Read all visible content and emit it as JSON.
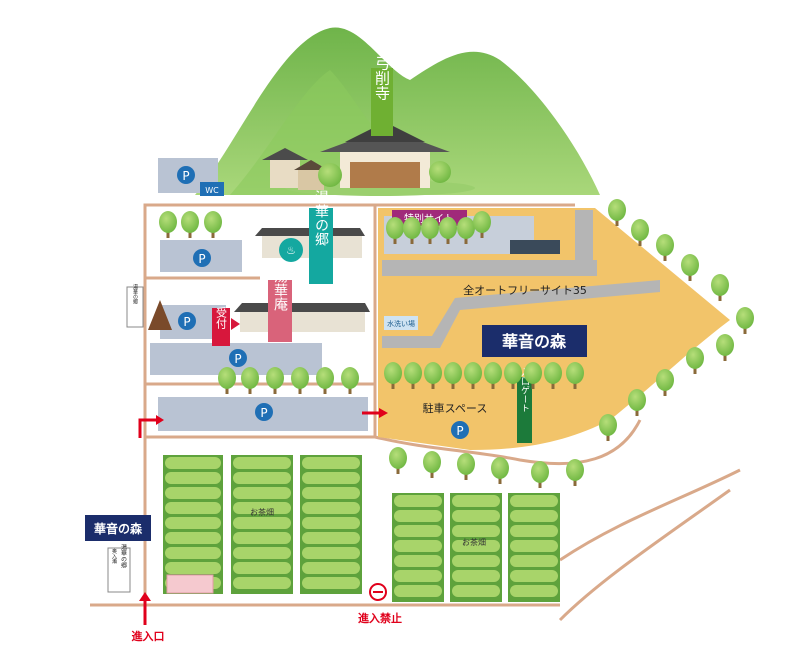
{
  "temple": {
    "label": "弓削寺"
  },
  "facilities": {
    "yuka_no_sato": "湯華の郷",
    "yuka_an": "湯華庵",
    "reception": "受付",
    "wc": "WC",
    "tokubetsu_site": "特別サイト",
    "all_auto_free_site": "全オートフリーサイト35",
    "washing_area": "水洗い場",
    "parking_space": "駐車スペース",
    "entrance_gate": "入口ゲート",
    "tea_field": "お茶畑"
  },
  "brand": {
    "name": "華音の森"
  },
  "signboard": {
    "small_line": "奥入瀬",
    "main_line": "湯華の郷"
  },
  "parking": {
    "symbol": "P"
  },
  "entrance": {
    "label": "進入口"
  },
  "no_entry": {
    "label": "進入禁止"
  },
  "colors": {
    "mountain": "#7fbf4f",
    "mountain_dark": "#5ea23c",
    "campsite": "#f2c46a",
    "road": "#d9a98a",
    "parking_lot": "#b9c3d3",
    "parking_icon": "#1f6fb5",
    "tea_field": "#8cc34a",
    "yuka_no_sato_tag": "#14a8a0",
    "yuka_an_tag": "#d9637a",
    "reception_tag": "#d7173c",
    "tokubetsu_tag": "#a0297a",
    "brand_navy": "#1b2d6b",
    "gate_green": "#1c7a3a",
    "arrow_red": "#e0001b"
  }
}
